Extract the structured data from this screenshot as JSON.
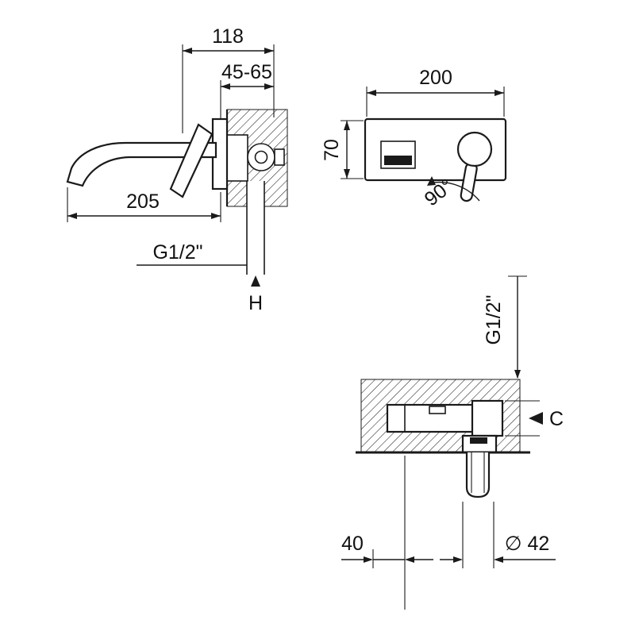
{
  "drawing": {
    "side_view": {
      "dim_total": "118",
      "dim_range": "45-65",
      "dim_reach": "205",
      "thread": "G1/2\"",
      "h": "H"
    },
    "front_view": {
      "dim_width": "200",
      "dim_height": "70",
      "angle": "90°"
    },
    "plan_view": {
      "thread": "G1/2\"",
      "c": "C",
      "dim_offset": "40",
      "dim_diameter": "∅ 42"
    }
  }
}
